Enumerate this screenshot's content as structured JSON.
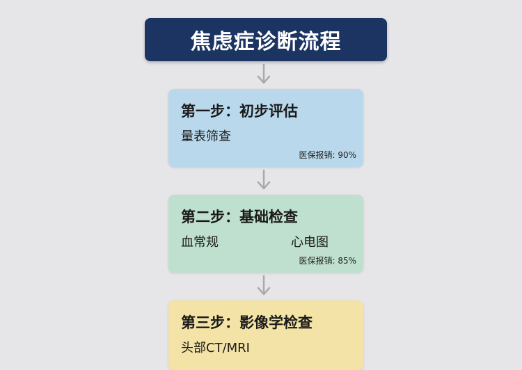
{
  "title": "焦虑症诊断流程",
  "colors": {
    "background": "#e6e6e8",
    "title_bg": "#1b3462",
    "step1_bg": "#b9d8ec",
    "step2_bg": "#bfe0cf",
    "step3_bg": "#f4e3a6",
    "arrow": "#a9a9ae"
  },
  "icons": [
    "arrow-down-icon"
  ],
  "steps": [
    {
      "title": "第一步：初步评估",
      "items": [
        "量表筛查"
      ],
      "reimbursement": "医保报销: 90%"
    },
    {
      "title": "第二步：基础检查",
      "items": [
        "血常规",
        "心电图"
      ],
      "reimbursement": "医保报销: 85%"
    },
    {
      "title": "第三步：影像学检查",
      "items": [
        "头部CT/MRI"
      ]
    }
  ]
}
